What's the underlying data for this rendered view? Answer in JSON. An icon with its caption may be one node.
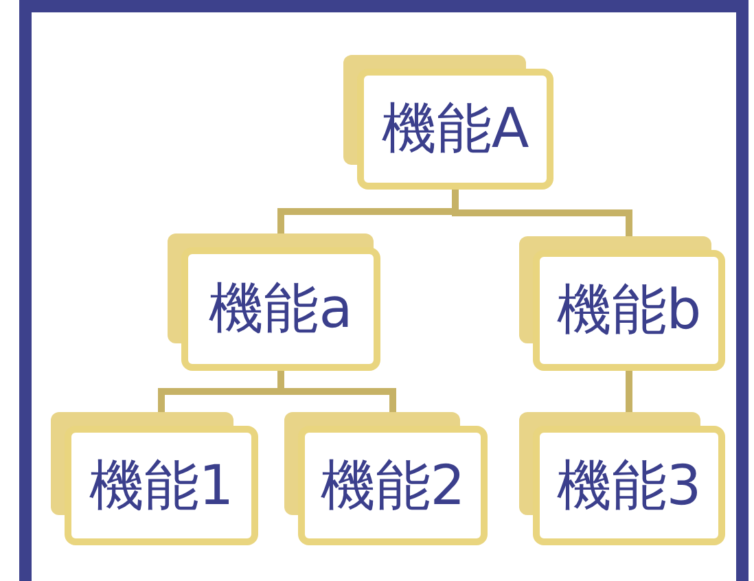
{
  "diagram": {
    "nodes": [
      {
        "text": [
          "機能A"
        ]
      },
      {
        "text": [
          "機能a"
        ]
      },
      {
        "text": [
          "機能b"
        ]
      },
      {
        "text": [
          "機能1"
        ]
      },
      {
        "text": [
          "機能2"
        ]
      },
      {
        "text": [
          "機能3"
        ]
      }
    ],
    "edges": [
      {
        "from": 0,
        "to": 1,
        "arrow": "none"
      },
      {
        "from": 0,
        "to": 2,
        "arrow": "none"
      },
      {
        "from": 1,
        "to": 3,
        "arrow": "none"
      },
      {
        "from": 1,
        "to": 4,
        "arrow": "none"
      },
      {
        "from": 2,
        "to": 5,
        "arrow": "none"
      }
    ]
  }
}
